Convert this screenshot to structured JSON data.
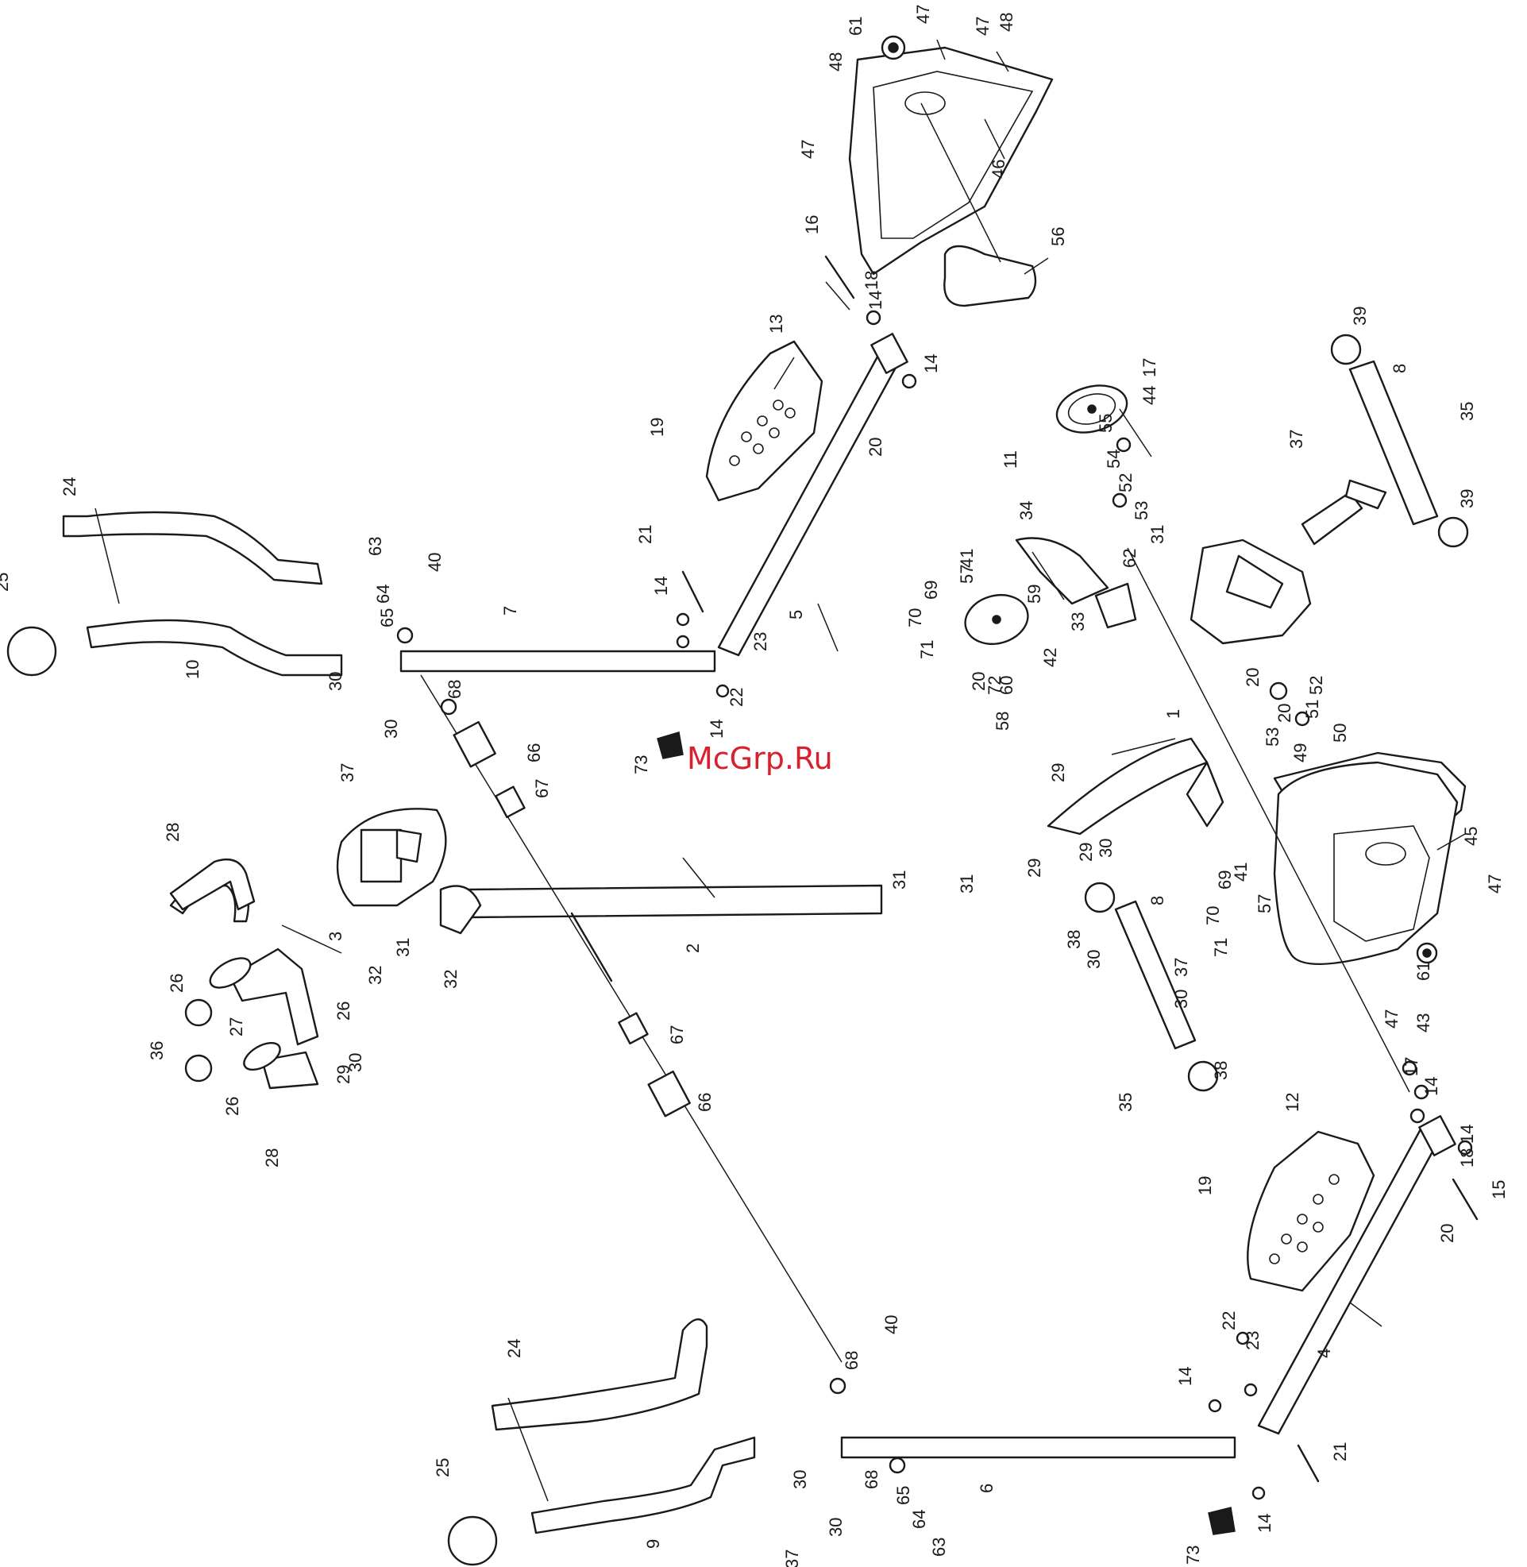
{
  "watermark": "McGrp.Ru",
  "labels": [
    "1",
    "2",
    "3",
    "4",
    "5",
    "6",
    "7",
    "8",
    "9",
    "10",
    "11",
    "12",
    "13",
    "14",
    "15",
    "16",
    "17",
    "18",
    "19",
    "20",
    "21",
    "22",
    "23",
    "24",
    "25",
    "26",
    "27",
    "28",
    "29",
    "30",
    "31",
    "32",
    "33",
    "34",
    "35",
    "36",
    "37",
    "38",
    "39",
    "40",
    "41",
    "42",
    "43",
    "44",
    "45",
    "46",
    "47",
    "48",
    "49",
    "50",
    "51",
    "52",
    "53",
    "54",
    "55",
    "56",
    "57",
    "58",
    "59",
    "60",
    "61",
    "62",
    "63",
    "64",
    "65",
    "66",
    "67",
    "68",
    "69",
    "70",
    "71",
    "72",
    "73"
  ]
}
